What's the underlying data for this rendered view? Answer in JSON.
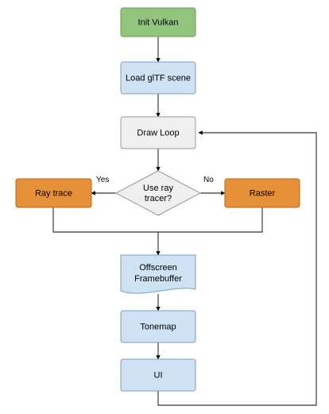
{
  "diagram": {
    "colors": {
      "green_fill": "#93c47d",
      "green_stroke": "#6a9a52",
      "blue_fill": "#cfe2f3",
      "blue_stroke": "#7a9ec2",
      "gray_fill": "#efefef",
      "gray_stroke": "#9a9a9a",
      "orange_fill": "#e69138",
      "orange_stroke": "#b5651d",
      "line": "#000000"
    },
    "nodes": {
      "init_vulkan": "Init Vulkan",
      "load_gltf": "Load glTF scene",
      "draw_loop": "Draw Loop",
      "decision_line1": "Use ray",
      "decision_line2": "tracer?",
      "ray_trace": "Ray trace",
      "raster": "Raster",
      "offscreen_line1": "Offscreen",
      "offscreen_line2": "Framebuffer",
      "tonemap": "Tonemap",
      "ui": "UI"
    },
    "edge_labels": {
      "yes": "Yes",
      "no": "No"
    }
  }
}
